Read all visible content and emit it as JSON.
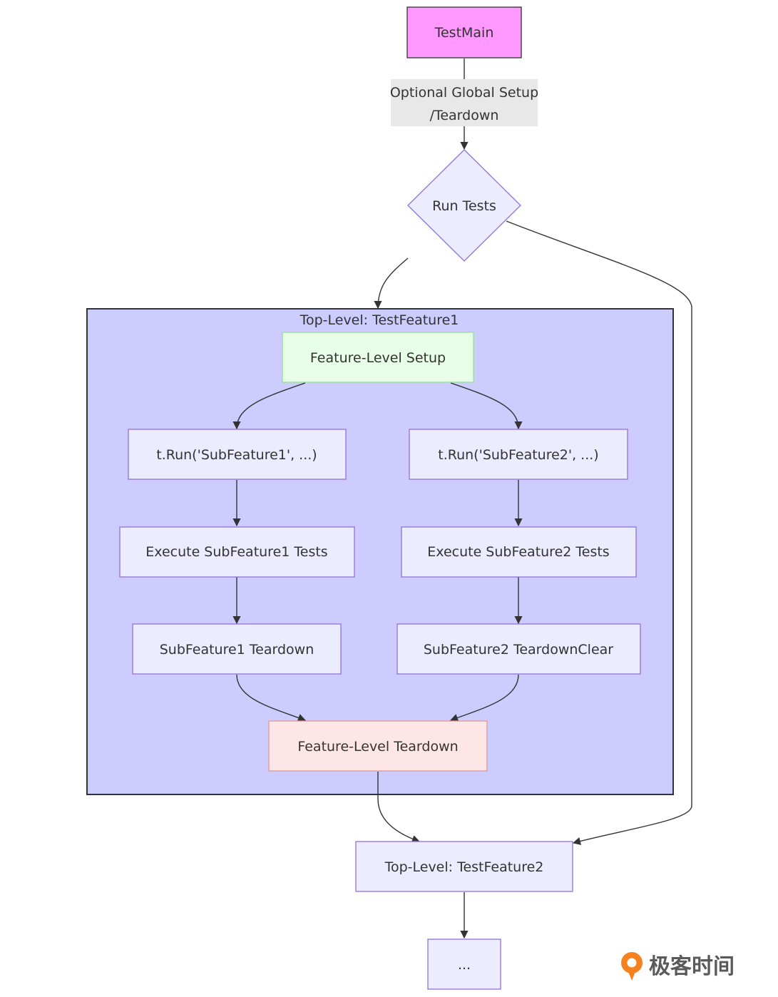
{
  "diagram": {
    "nodes": {
      "test_main": "TestMain",
      "edge_label": [
        "Optional Global Setup",
        "/Teardown"
      ],
      "run_tests": "Run Tests",
      "cluster_title": "Top-Level: TestFeature1",
      "feature_setup": "Feature-Level Setup",
      "run_sub1": "t.Run('SubFeature1', ...)",
      "run_sub2": "t.Run('SubFeature2', ...)",
      "exec_sub1": "Execute SubFeature1 Tests",
      "exec_sub2": "Execute SubFeature2 Tests",
      "teardown_sub1": "SubFeature1 Teardown",
      "teardown_sub2": "SubFeature2 TeardownClear",
      "feature_teardown": "Feature-Level Teardown",
      "test_feature2": "Top-Level: TestFeature2",
      "ellipsis": "..."
    },
    "colors": {
      "test_main_fill": "#ff99ff",
      "default_node_fill": "#ececff",
      "default_node_stroke": "#9370db",
      "cluster_fill": "#ccccff",
      "setup_fill": "#e6ffe6",
      "setup_stroke": "#99dd99",
      "teardown_fill": "#ffe6e6",
      "teardown_stroke": "#dd9999",
      "edge_label_bg": "#e8e8e8"
    }
  },
  "brand": {
    "logo_icon": "geektime-logo-icon",
    "text": "极客时间"
  }
}
